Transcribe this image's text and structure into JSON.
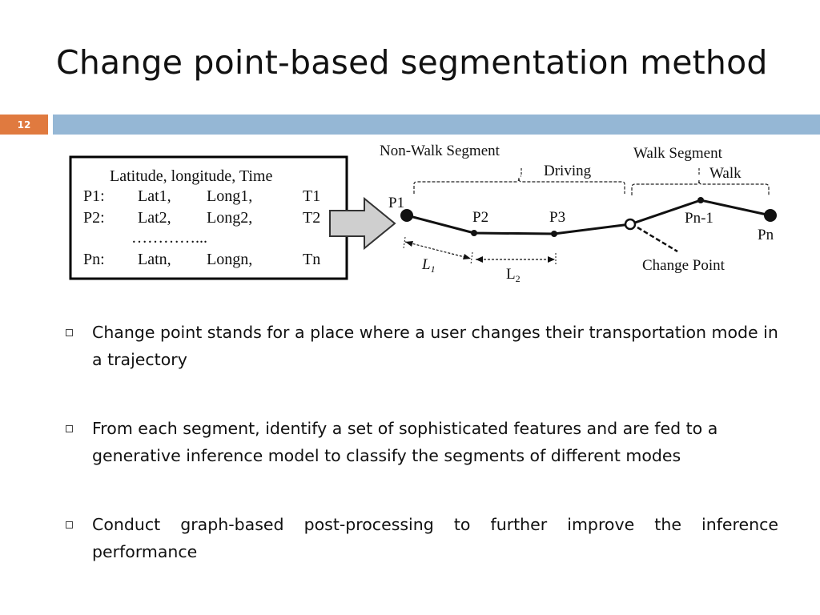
{
  "slide": {
    "title": "Change point-based segmentation method",
    "number": "12",
    "accent_colors": {
      "number_badge": "#e07a3f",
      "header_bar": "#95b7d5"
    }
  },
  "diagram": {
    "table": {
      "header": "Latitude, longitude, Time",
      "rows": [
        {
          "id": "P1:",
          "lat": "Lat1,",
          "lon": "Long1,",
          "time": "T1"
        },
        {
          "id": "P2:",
          "lat": "Lat2,",
          "lon": "Long2,",
          "time": "T2"
        },
        {
          "id": "Pn:",
          "lat": "Latn,",
          "lon": "Longn,",
          "time": "Tn"
        }
      ],
      "ellipsis": "…………..."
    },
    "labels": {
      "non_walk_segment": "Non-Walk Segment",
      "driving": "Driving",
      "walk_segment": "Walk Segment",
      "walk": "Walk",
      "p1": "P1",
      "p2": "P2",
      "p3": "P3",
      "pn1": "Pn-1",
      "pn": "Pn",
      "l1": "L",
      "l1_sub": "1",
      "l2": "L",
      "l2_sub": "2",
      "change_point": "Change Point"
    }
  },
  "bullets": [
    {
      "text": "Change point stands for a place where a user changes their transportation mode in a trajectory"
    },
    {
      "text": "From each segment, identify a set of sophisticated features and are fed to a generative inference model to classify the segments of different modes"
    },
    {
      "text": "Conduct graph-based post-processing to further improve the inference performance"
    }
  ]
}
